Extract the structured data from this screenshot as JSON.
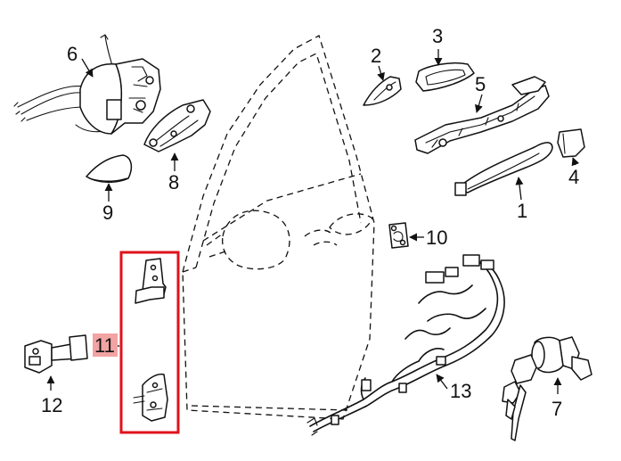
{
  "diagram": {
    "highlight_color": "#e0121c",
    "label_highlight_color": "#f2a3a3",
    "labels": {
      "p1": "1",
      "p2": "2",
      "p3": "3",
      "p4": "4",
      "p5": "5",
      "p6": "6",
      "p7": "7",
      "p8": "8",
      "p9": "9",
      "p10": "10",
      "p11": "11",
      "p12": "12",
      "p13": "13"
    }
  }
}
